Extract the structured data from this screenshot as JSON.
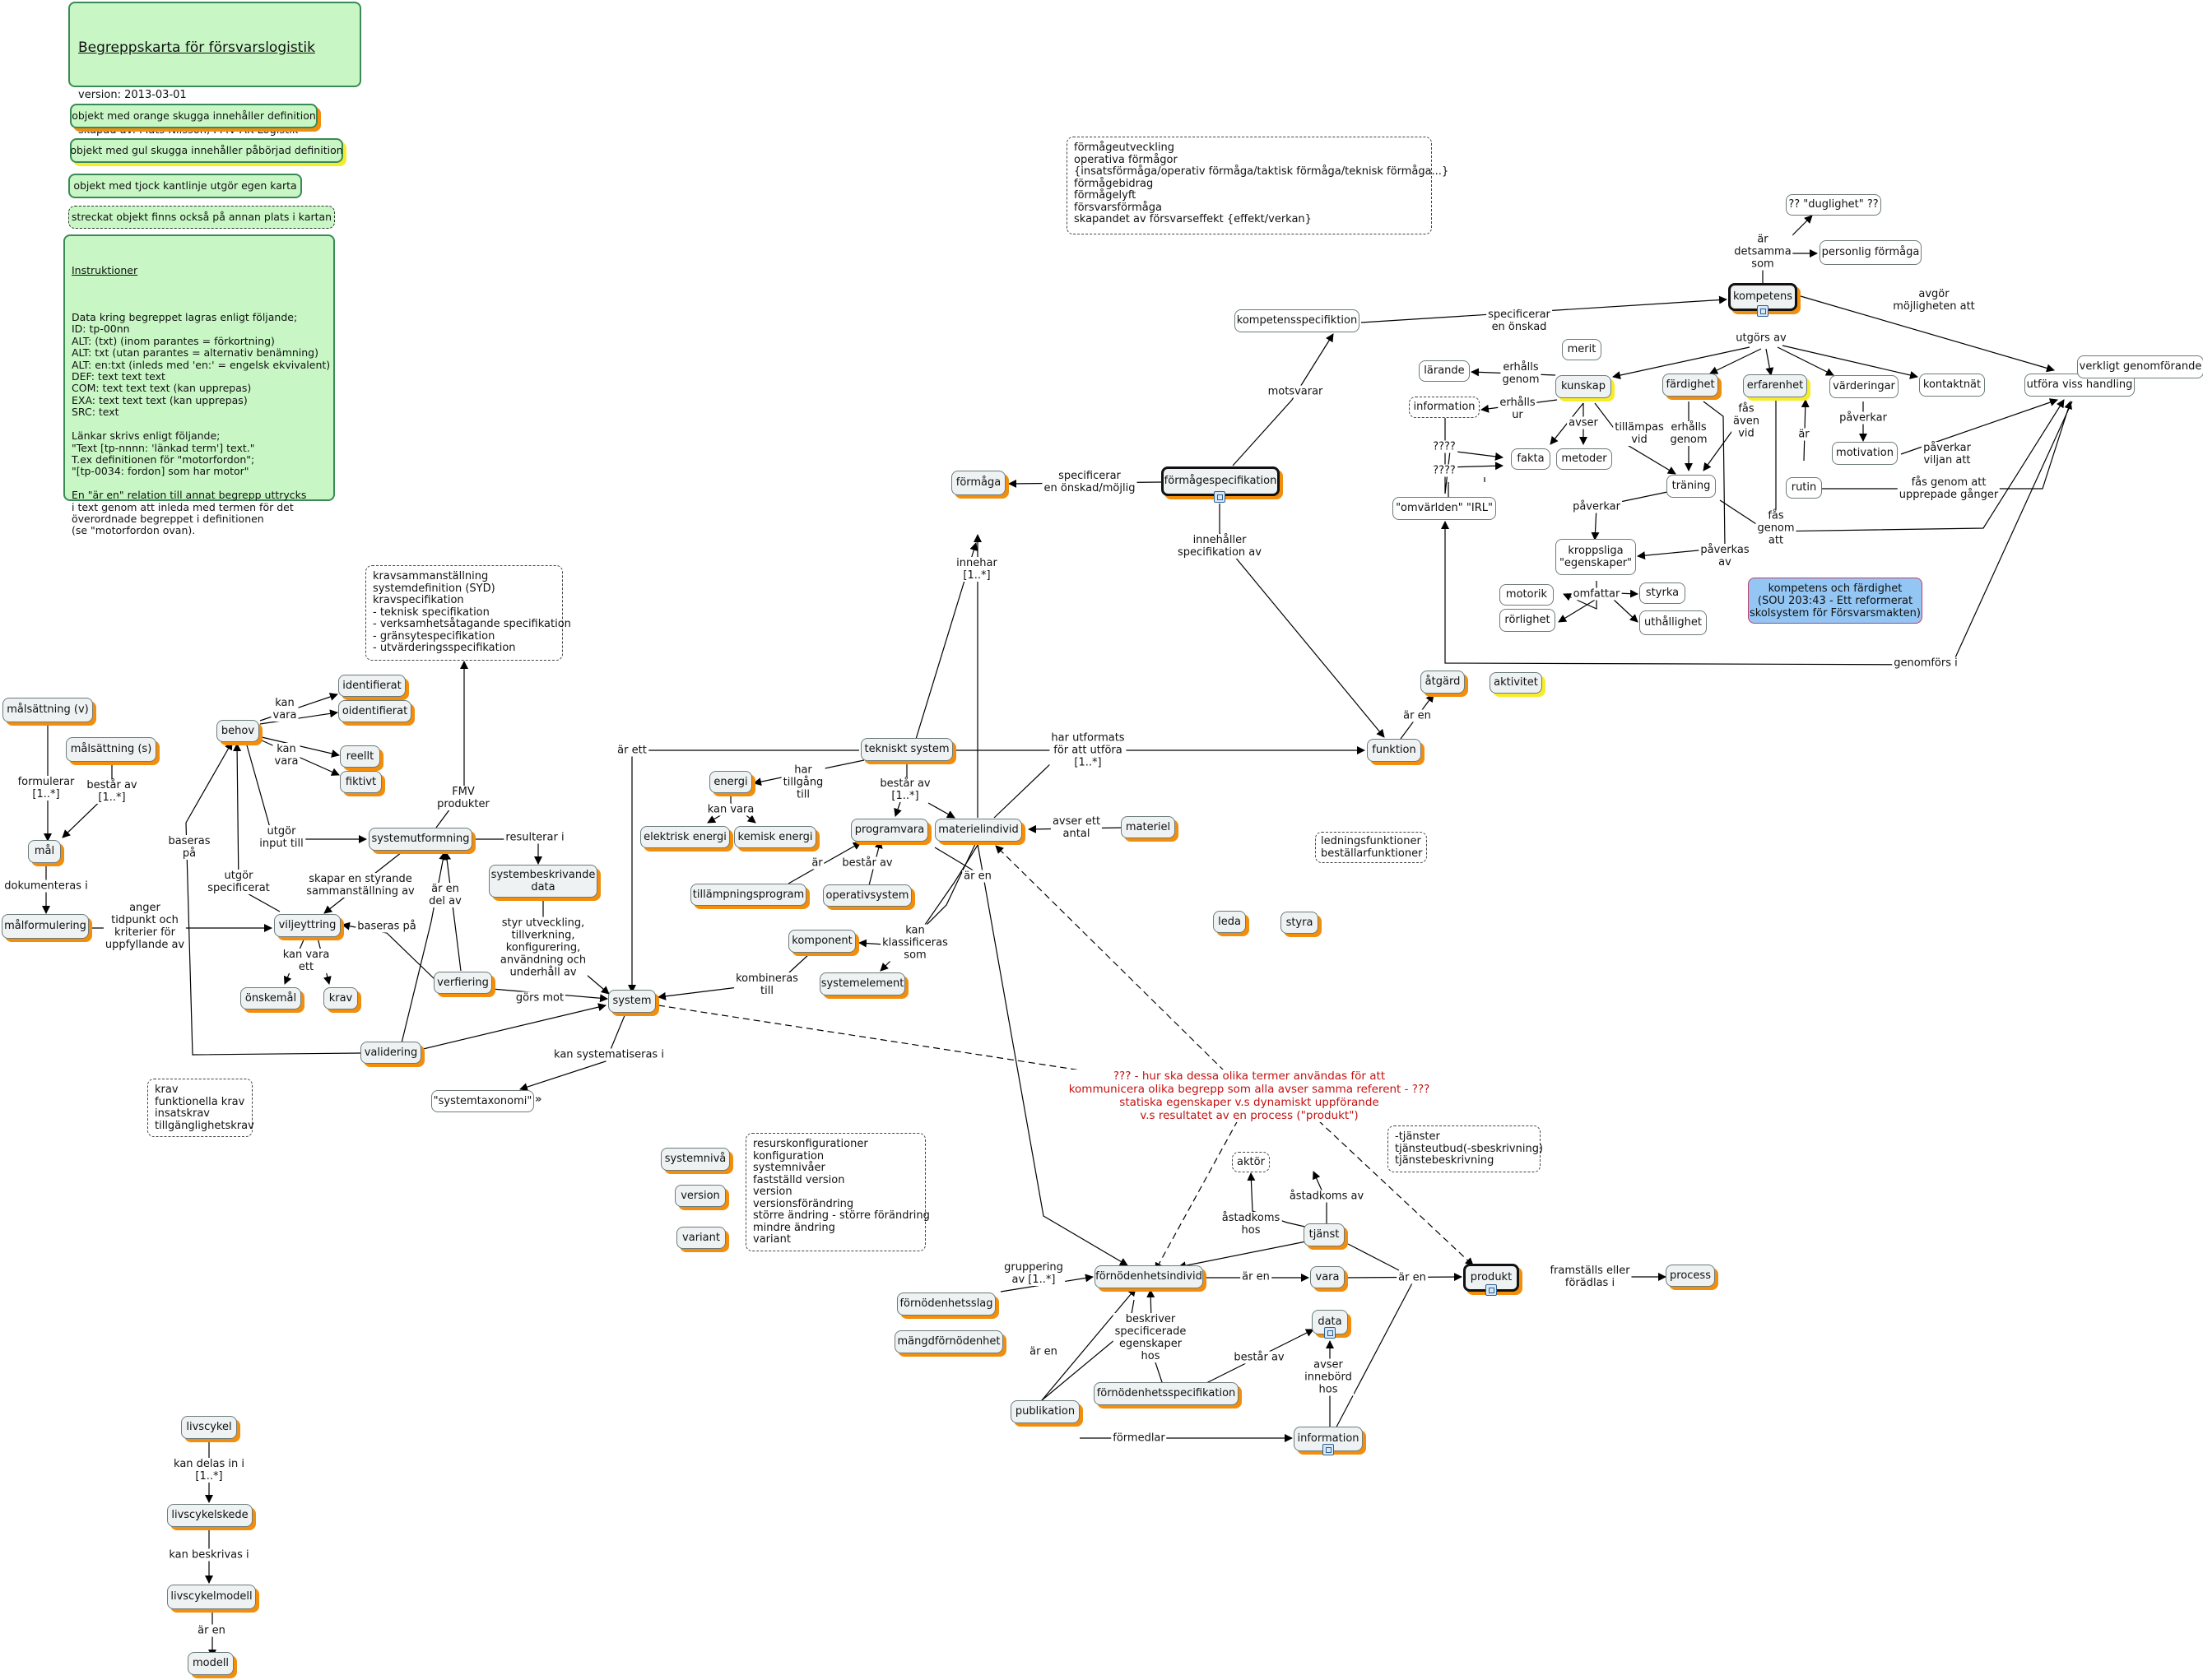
{
  "header": {
    "title": "Begreppskarta för försvarslogistik",
    "version": "version: 2013-03-01",
    "author": "skapad av: Mats Nilsson, FMV AK Logistik"
  },
  "legend": {
    "orange": "objekt med orange skugga innehåller definition",
    "yellow": "objekt med gul skugga innehåller påbörjad definition",
    "thick": "objekt med tjock kantlinje utgör egen karta",
    "dashed": "streckat objekt finns också på annan plats i kartan"
  },
  "instructions": {
    "title": "Instruktioner",
    "body": "Data kring begreppet lagras enligt följande;\nID: tp-00nn\nALT: (txt) (inom parantes = förkortning)\nALT: txt (utan parantes = alternativ benämning)\nALT: en:txt (inleds med 'en:' = engelsk ekvivalent)\nDEF: text text text\nCOM: text text text (kan upprepas)\nEXA: text text text (kan upprepas)\nSRC: text\n\nLänkar skrivs enligt följande;\n\"Text [tp-nnnn: 'länkad term'] text.\"\nT.ex definitionen för \"motorfordon\";\n\"[tp-0034: fordon] som har motor\"\n\nEn \"är en\" relation till annat begrepp uttrycks\ni text genom att inleda med termen för det\növerordnade begreppet i definitionen\n(se \"motorfordon ovan)."
  },
  "notes": {
    "formagor": "förmågeutveckling\noperativa förmågor\n{insatsförmåga/operativ förmåga/taktisk förmåga/teknisk förmåga...}\nförmågebidrag\nförmågelyft\nförsvarsförmåga\nskapandet av försvarseffekt {effekt/verkan}",
    "krav_spec": "kravsammanställning\nsystemdefinition (SYD)\nkravspecifikation\n- teknisk specifikation\n- verksamhetsåtagande specifikation\n- gränsytespecifikation\n- utvärderingsspecifikation",
    "krav_types": "krav\nfunktionella krav\ninsatskrav\ntillgänglighetskrav",
    "resurs": "resurskonfigurationer\nkonfiguration\nsystemnivåer\nfastställd version\nversion\nversionsförändring\nstörre ändring - större förändring\nmindre ändring\nvariant",
    "tjanster": "-tjänster\ntjänsteutbud(-sbeskrivning)\ntjänstebeskrivning",
    "ledning": "ledningsfunktioner\nbeställarfunktioner",
    "question": "??? - hur ska dessa olika termer användas för att\nkommunicera olika begrepp som alla avser samma referent - ???\nstatiska egenskaper v.s dynamiskt uppförande\nv.s resultatet av en process (\"produkt\")"
  },
  "nodes": {
    "malsattning_v": "målsättning (v)",
    "malsattning_s": "målsättning (s)",
    "mal": "mål",
    "malformulering": "målformulering",
    "behov": "behov",
    "identifierat": "identifierat",
    "oidentifierat": "oidentifierat",
    "reellt": "reellt",
    "fiktivt": "fiktivt",
    "systemutformning": "systemutformning",
    "systembeskrivande_data": "systembeskrivande\ndata",
    "viljeyttring": "viljeyttring",
    "onskemal": "önskemål",
    "krav": "krav",
    "verfiering": "verfiering",
    "validering": "validering",
    "system": "system",
    "systemtaxonomi": "\"systemtaxonomi\"",
    "tekniskt_system": "tekniskt system",
    "energi": "energi",
    "elektrisk_energi": "elektrisk energi",
    "kemisk_energi": "kemisk energi",
    "programvara": "programvara",
    "materielindivid": "materielindivid",
    "materiel": "materiel",
    "tillampningsprogram": "tillämpningsprogram",
    "operativsystem": "operativsystem",
    "komponent": "komponent",
    "systemelement": "systemelement",
    "formaga": "förmåga",
    "formagespecifikation": "förmågespecifikation",
    "kompetensspecifiktion": "kompetensspecifiktion",
    "funktion": "funktion",
    "atgard": "åtgärd",
    "aktivitet": "aktivitet",
    "leda": "leda",
    "styra": "styra",
    "kompetens": "kompetens",
    "duglighet": "?? \"duglighet\" ??",
    "personlig_formaga": "personlig förmåga",
    "merit": "merit",
    "larande": "lärande",
    "kunskap": "kunskap",
    "information_top": "information",
    "fakta": "fakta",
    "metoder": "metoder",
    "omvarlden": "\"omvärlden\" \"IRL\"",
    "fardighet": "färdighet",
    "traning": "träning",
    "erfarenhet": "erfarenhet",
    "rutin": "rutin",
    "varderingar": "värderingar",
    "motivation": "motivation",
    "kontaktnat": "kontaktnät",
    "utfora": "utföra viss handling",
    "verkligt": "verkligt genomförande",
    "kroppsliga": "kroppsliga\n\"egenskaper\"",
    "motorik": "motorik",
    "rorlighet": "rörlighet",
    "styrka": "styrka",
    "uthallighet": "uthållighet",
    "kompetens_sou": "kompetens och färdighet\n(SOU 203:43 - Ett reformerat\nskolsystem för Försvarsmakten)",
    "systemniva": "systemnivå",
    "version": "version",
    "variant": "variant",
    "fornodenhetsslag": "förnödenhetsslag",
    "mangdfornodenhet": "mängdförnödenhet",
    "fornodenhetsindivid": "förnödenhetsindivid",
    "vara": "vara",
    "tjanst": "tjänst",
    "aktor": "aktör",
    "data": "data",
    "information_bottom": "information",
    "produkt": "produkt",
    "process": "process",
    "fornodenhetsspecifikation": "förnödenhetsspecifikation",
    "publikation": "publikation",
    "livscykel": "livscykel",
    "livscykelskede": "livscykelskede",
    "livscykelmodell": "livscykelmodell",
    "modell": "modell"
  },
  "links": {
    "formulerar": "formulerar\n[1..*]",
    "bestar_av_1": "består av\n[1..*]",
    "dokumenteras_i": "dokumenteras i",
    "anger": "anger\ntidpunkt och\nkriterier för\nuppfyllande av",
    "kan_vara_1": "kan\nvara",
    "kan_vara_2": "kan\nvara",
    "baseras_pa_1": "baseras\npå",
    "utgor_specificerat": "utgör\nspecificerat",
    "utgor_input": "utgör\ninput till",
    "fmv_produkter": "FMV\nprodukter",
    "resulterar_i": "resulterar i",
    "skapar_en": "skapar en styrande\nsammanställning av",
    "ar_en_del_av": "är en\ndel av",
    "baseras_pa_2": "baseras på",
    "kan_vara_ett": "kan vara\nett",
    "styr_utveckling": "styr utveckling,\ntillverkning,\nkonfigurering,\nanvändning och\nunderhåll av",
    "gors_mot": "görs mot",
    "kan_systematiseras": "kan systematiseras i",
    "ar_ett": "är ett",
    "har_tillgang": "har\ntillgång\ntill",
    "kan_vara_3": "kan vara",
    "bestar_av_2": "består av\n[1..*]",
    "ar_1": "är",
    "bestar_av_3": "består av",
    "avser_ett_antal": "avser ett\nantal",
    "ar_en_1": "är en",
    "kan_klassificeras": "kan\nklassificeras\nsom",
    "kombineras_till": "kombineras\ntill",
    "innehar": "innehar\n[1..*]",
    "har_utformats": "har utformats\nför att utföra\n[1..*]",
    "specificerar_formaga": "specificerar\nen önskad/möjlig",
    "innehaller": "innehåller\nspecifikation av",
    "motsvarar": "motsvarar",
    "specificerar_kompetens": "specificerar\nen önskad",
    "ar_en_2": "är en",
    "ar_detsamma": "är\ndetsamma\nsom",
    "utgors_av": "utgörs av",
    "avgor": "avgör\nmöjligheten att",
    "erhalls_genom_1": "erhålls\ngenom",
    "erhalls_ur": "erhålls\nur",
    "avser": "avser",
    "tillampas_vid": "tillämpas\nvid",
    "erhalls_genom_2": "erhålls\ngenom",
    "fas_aven_vid": "fås\näven\nvid",
    "q1": "????",
    "q2": "????",
    "paverkar_1": "påverkar",
    "paverkar_2": "påverkar",
    "paverkar_viljan": "påverkar\nviljan att",
    "ar_2": "är",
    "fas_genom_att": "fås genom att\nupprepade gånger",
    "fas_genom_att_2": "fås\ngenom\natt",
    "paverkas_av": "påverkas\nav",
    "omfattar": "omfattar",
    "genomfors_i": "genomförs i",
    "astadkoms_hos": "åstadkoms\nhos",
    "astadkoms_av": "åstadkoms av",
    "gruppering_av": "gruppering\nav [1..*]",
    "ar_en_3": "är en",
    "ar_en_4": "är en",
    "framstalls": "framställs eller\nförädlas i",
    "beskriver": "beskriver\nspecificerade\negenskaper\nhos",
    "bestar_av_4": "består av",
    "avser_innebord": "avser\ninnebörd\nhos",
    "ar_en_5": "är en",
    "formedlar": "förmedlar",
    "kan_delas_in": "kan delas in i\n[1..*]",
    "kan_beskrivas": "kan beskrivas i",
    "ar_en_6": "är en"
  }
}
